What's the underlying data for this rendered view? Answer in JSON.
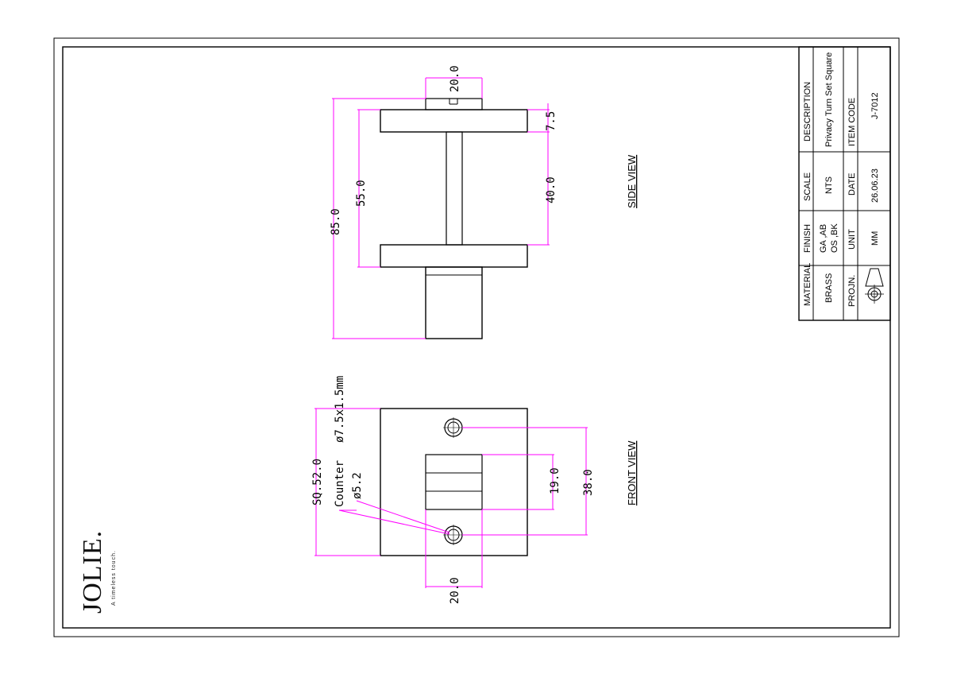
{
  "brand": {
    "logo": "JOLIE.",
    "tagline": "A timeless touch."
  },
  "views": {
    "side": "SIDE VIEW",
    "front": "FRONT VIEW"
  },
  "dimensions": {
    "side_top_width": "20.0",
    "side_plate_thickness": "7.5",
    "side_overall": "85.0",
    "side_between_plates": "55.0",
    "side_spindle": "40.0",
    "front_square": "SQ.52.0",
    "front_counter_label": "Counter",
    "front_counter_spec": "ø7.5x1.5mm",
    "front_hole": "ø5.2",
    "front_window": "19.0",
    "front_holes_pitch": "38.0",
    "front_bottom_width": "20.0"
  },
  "title_block": {
    "headers": [
      "MATERIAL",
      "FINISH",
      "SCALE",
      "DESCRIPTION"
    ],
    "values": {
      "material": "BRASS",
      "finish_line1": "GA ,AB",
      "finish_line2": "OS ,BK",
      "scale": "NTS",
      "description": "Privacy Turn Set Square"
    },
    "headers2": [
      "PROJN.",
      "UNIT",
      "DATE",
      "ITEM CODE"
    ],
    "values2": {
      "unit": "MM",
      "date": "26.06.23",
      "item_code": "J-7012"
    }
  }
}
